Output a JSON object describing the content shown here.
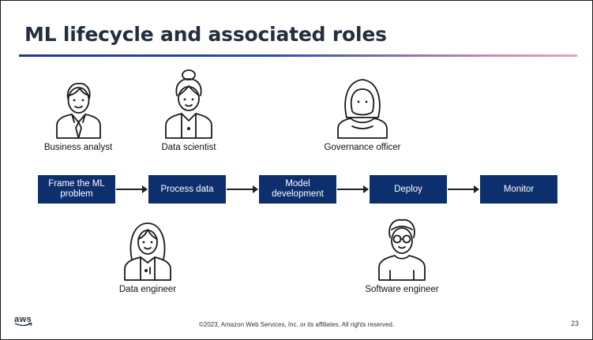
{
  "slide": {
    "title": "ML lifecycle and associated roles",
    "rule_gradient": [
      "#1f3a8a",
      "#e6a6c0"
    ]
  },
  "roles": {
    "business_analyst": "Business analyst",
    "data_scientist": "Data scientist",
    "governance_officer": "Governance officer",
    "data_engineer": "Data engineer",
    "software_engineer": "Software engineer"
  },
  "steps": [
    {
      "label": "Frame the ML problem"
    },
    {
      "label": "Process data"
    },
    {
      "label": "Model development"
    },
    {
      "label": "Deploy"
    },
    {
      "label": "Monitor"
    }
  ],
  "colors": {
    "step_fill": "#0d2f6e",
    "step_text": "#ffffff",
    "title": "#232f3e"
  },
  "footer": {
    "logo": "aws",
    "copyright": "©2023, Amazon Web Services, Inc. or its affiliates. All rights reserved.",
    "page_number": "23"
  }
}
